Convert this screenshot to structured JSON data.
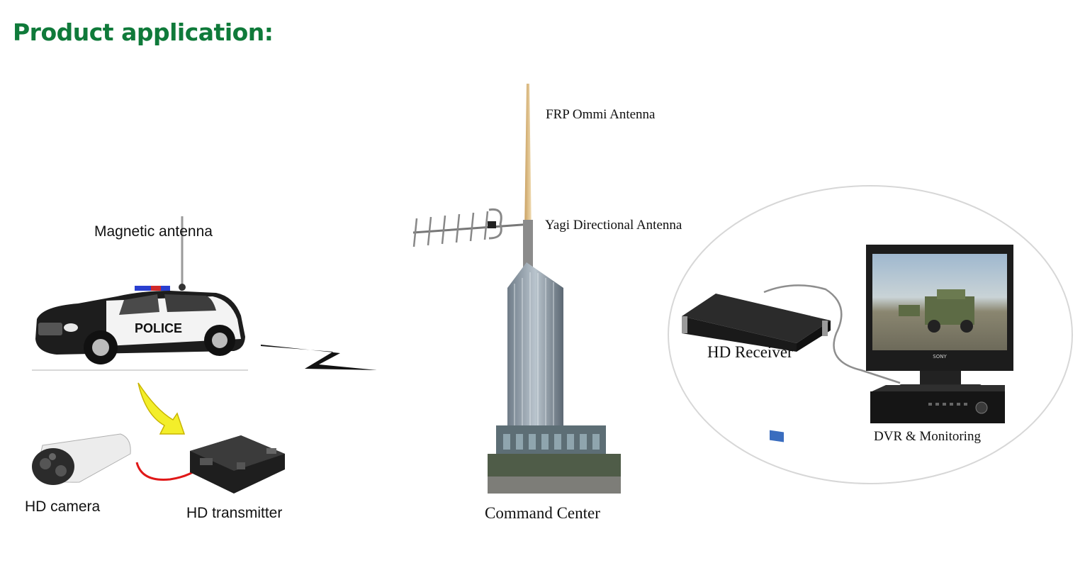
{
  "title": "Product application:",
  "labels": {
    "magnetic_antenna": "Magnetic antenna",
    "hd_camera": "HD camera",
    "hd_transmitter": "HD transmitter",
    "frp_antenna": "FRP Ommi Antenna",
    "yagi_antenna": "Yagi Directional Antenna",
    "command_center": "Command Center",
    "hd_receiver": "HD Receiver",
    "dvr_monitoring": "DVR & Monitoring",
    "police_text": "POLICE",
    "monitor_brand": "SONY"
  },
  "colors": {
    "title": "#0f7a3a",
    "arrow_fill": "#f3ee2a",
    "cable_red": "#e01818",
    "device_dark": "#1e1e1e"
  }
}
